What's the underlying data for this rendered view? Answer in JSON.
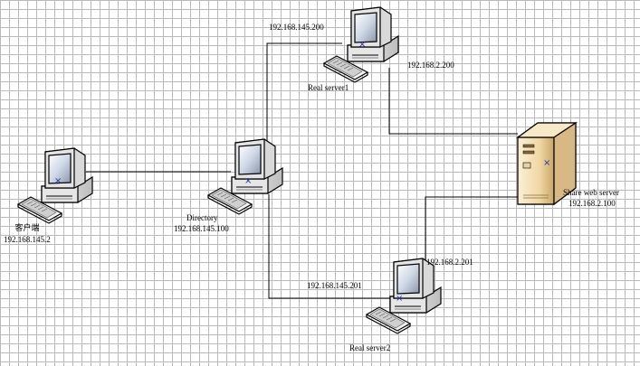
{
  "nodes": {
    "client": {
      "name": "客户端",
      "ip": "192.168.145.2"
    },
    "director": {
      "name": "Directory",
      "ip": "192.168.145.100"
    },
    "real_server1": {
      "name": "Real server1",
      "ip_front": "192.168.145.200",
      "ip_back": "192.168.2.200"
    },
    "real_server2": {
      "name": "Real server2",
      "ip_front": "192.168.145.201",
      "ip_back": "192.168.2.201"
    },
    "share_server": {
      "name": "Share web server",
      "ip": "192.168.2.100"
    }
  },
  "icons": {
    "workstation": "desktop-computer-icon",
    "server": "tower-server-icon"
  },
  "colors": {
    "grid": "#b9b9b9",
    "link": "#000000",
    "monitor": "#d9d9d9",
    "server_body": "#f2ddb4"
  }
}
